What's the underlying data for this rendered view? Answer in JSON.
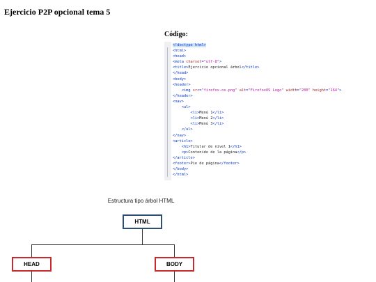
{
  "page": {
    "title": "Ejercicio P2P opcional tema 5"
  },
  "code": {
    "label": "Código:",
    "lines": [
      [
        [
          "<!doctype html>",
          "t"
        ]
      ],
      [
        [
          "<html>",
          "t"
        ]
      ],
      [
        [
          "<head>",
          "t"
        ]
      ],
      [
        [
          "<meta ",
          "t"
        ],
        [
          "charset",
          "a"
        ],
        [
          "=",
          "t"
        ],
        [
          "\"utf-8\"",
          "s"
        ],
        [
          ">",
          "t"
        ]
      ],
      [
        [
          "<title>",
          "t"
        ],
        [
          "Ejercicio opcional árbol",
          "x"
        ],
        [
          "</title>",
          "t"
        ]
      ],
      [
        [
          "</head>",
          "t"
        ]
      ],
      [
        [
          "<body>",
          "t"
        ]
      ],
      [
        [
          "<header>",
          "t"
        ]
      ],
      [
        [
          "    <img ",
          "t"
        ],
        [
          "src",
          "a"
        ],
        [
          "=",
          "t"
        ],
        [
          "\"firefox-os.png\"",
          "s"
        ],
        [
          " alt",
          "a"
        ],
        [
          "=",
          "t"
        ],
        [
          "\"FirefoxOS Logo\"",
          "s"
        ],
        [
          " width",
          "a"
        ],
        [
          "=",
          "t"
        ],
        [
          "\"200\"",
          "s"
        ],
        [
          " height",
          "a"
        ],
        [
          "=",
          "t"
        ],
        [
          "\"164\"",
          "s"
        ],
        [
          ">",
          "t"
        ]
      ],
      [
        [
          "</header>",
          "t"
        ]
      ],
      [
        [
          "<nav>",
          "t"
        ]
      ],
      [
        [
          "    <ul>",
          "t"
        ]
      ],
      [
        [
          "        <li>",
          "t"
        ],
        [
          "Menú 1",
          "x"
        ],
        [
          "</li>",
          "t"
        ]
      ],
      [
        [
          "        <li>",
          "t"
        ],
        [
          "Menú 2",
          "x"
        ],
        [
          "</li>",
          "t"
        ]
      ],
      [
        [
          "        <li>",
          "t"
        ],
        [
          "Menú 3",
          "x"
        ],
        [
          "</li>",
          "t"
        ]
      ],
      [
        [
          "    </ul>",
          "t"
        ]
      ],
      [
        [
          "</nav>",
          "t"
        ]
      ],
      [
        [
          "<article>",
          "t"
        ]
      ],
      [
        [
          "    <h1>",
          "t"
        ],
        [
          "Titular de nivel 1",
          "x"
        ],
        [
          "</h1>",
          "t"
        ]
      ],
      [
        [
          "    <p>",
          "t"
        ],
        [
          "Contenido de la página",
          "x"
        ],
        [
          "</p>",
          "t"
        ]
      ],
      [
        [
          "</article>",
          "t"
        ]
      ],
      [
        [
          "<footer>",
          "t"
        ],
        [
          "Pie de página",
          "x"
        ],
        [
          "</footer>",
          "t"
        ]
      ],
      [
        [
          "</body>",
          "t"
        ]
      ],
      [
        [
          "</html>",
          "t"
        ]
      ]
    ]
  },
  "tree": {
    "label": "Estructura tipo árbol HTML",
    "nodes": {
      "html": "HTML",
      "head": "HEAD",
      "body": "BODY"
    },
    "colors": {
      "root_border": "#2f4f72",
      "child_border": "#c8292c"
    }
  }
}
